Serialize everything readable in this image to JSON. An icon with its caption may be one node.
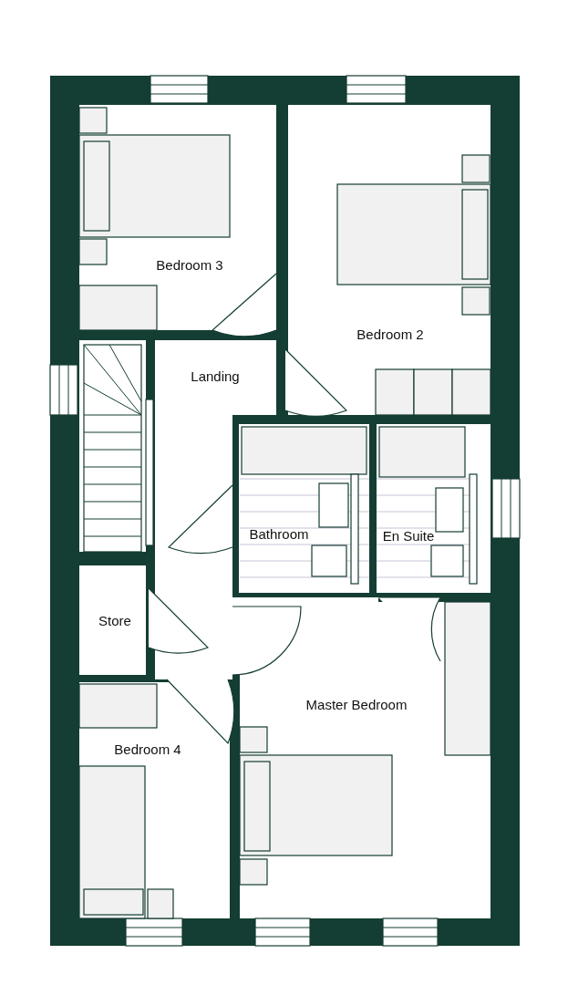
{
  "diagram": {
    "labels": [
      "Bedroom 3",
      "Bedroom 2",
      "Landing",
      "Bathroom",
      "En Suite",
      "Store",
      "Master Bedroom",
      "Bedroom 4"
    ]
  }
}
